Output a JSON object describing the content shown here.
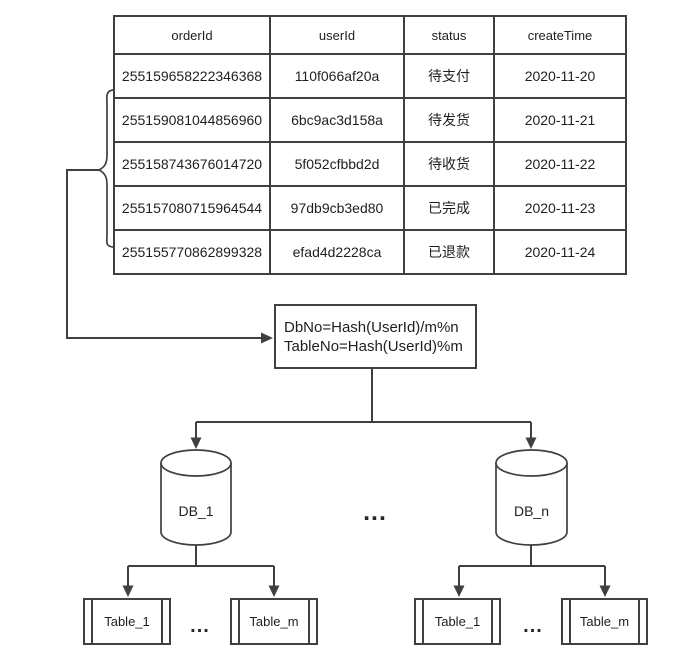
{
  "table": {
    "columns": [
      "orderId",
      "userId",
      "status",
      "createTime"
    ],
    "rows": [
      [
        "255159658222346368",
        "110f066af20a",
        "待支付",
        "2020-11-20"
      ],
      [
        "255159081044856960",
        "6bc9ac3d158a",
        "待发货",
        "2020-11-21"
      ],
      [
        "255158743676014720",
        "5f052cfbbd2d",
        "待收货",
        "2020-11-22"
      ],
      [
        "255157080715964544",
        "97db9cb3ed80",
        "已完成",
        "2020-11-23"
      ],
      [
        "255155770862899328",
        "efad4d2228ca",
        "已退款",
        "2020-11-24"
      ]
    ]
  },
  "formula": {
    "line1": "DbNo=Hash(UserId)/m%n",
    "line2": "TableNo=Hash(UserId)%m"
  },
  "databases": {
    "left_label": "DB_1",
    "right_label": "DB_n",
    "ellipsis": "..."
  },
  "table_nodes": {
    "left_first": "Table_1",
    "left_last": "Table_m",
    "left_ellipsis": "...",
    "right_first": "Table_1",
    "right_last": "Table_m",
    "right_ellipsis": "..."
  },
  "colors": {
    "stroke": "#404040",
    "text": "#1f1f1f",
    "background": "#ffffff"
  }
}
